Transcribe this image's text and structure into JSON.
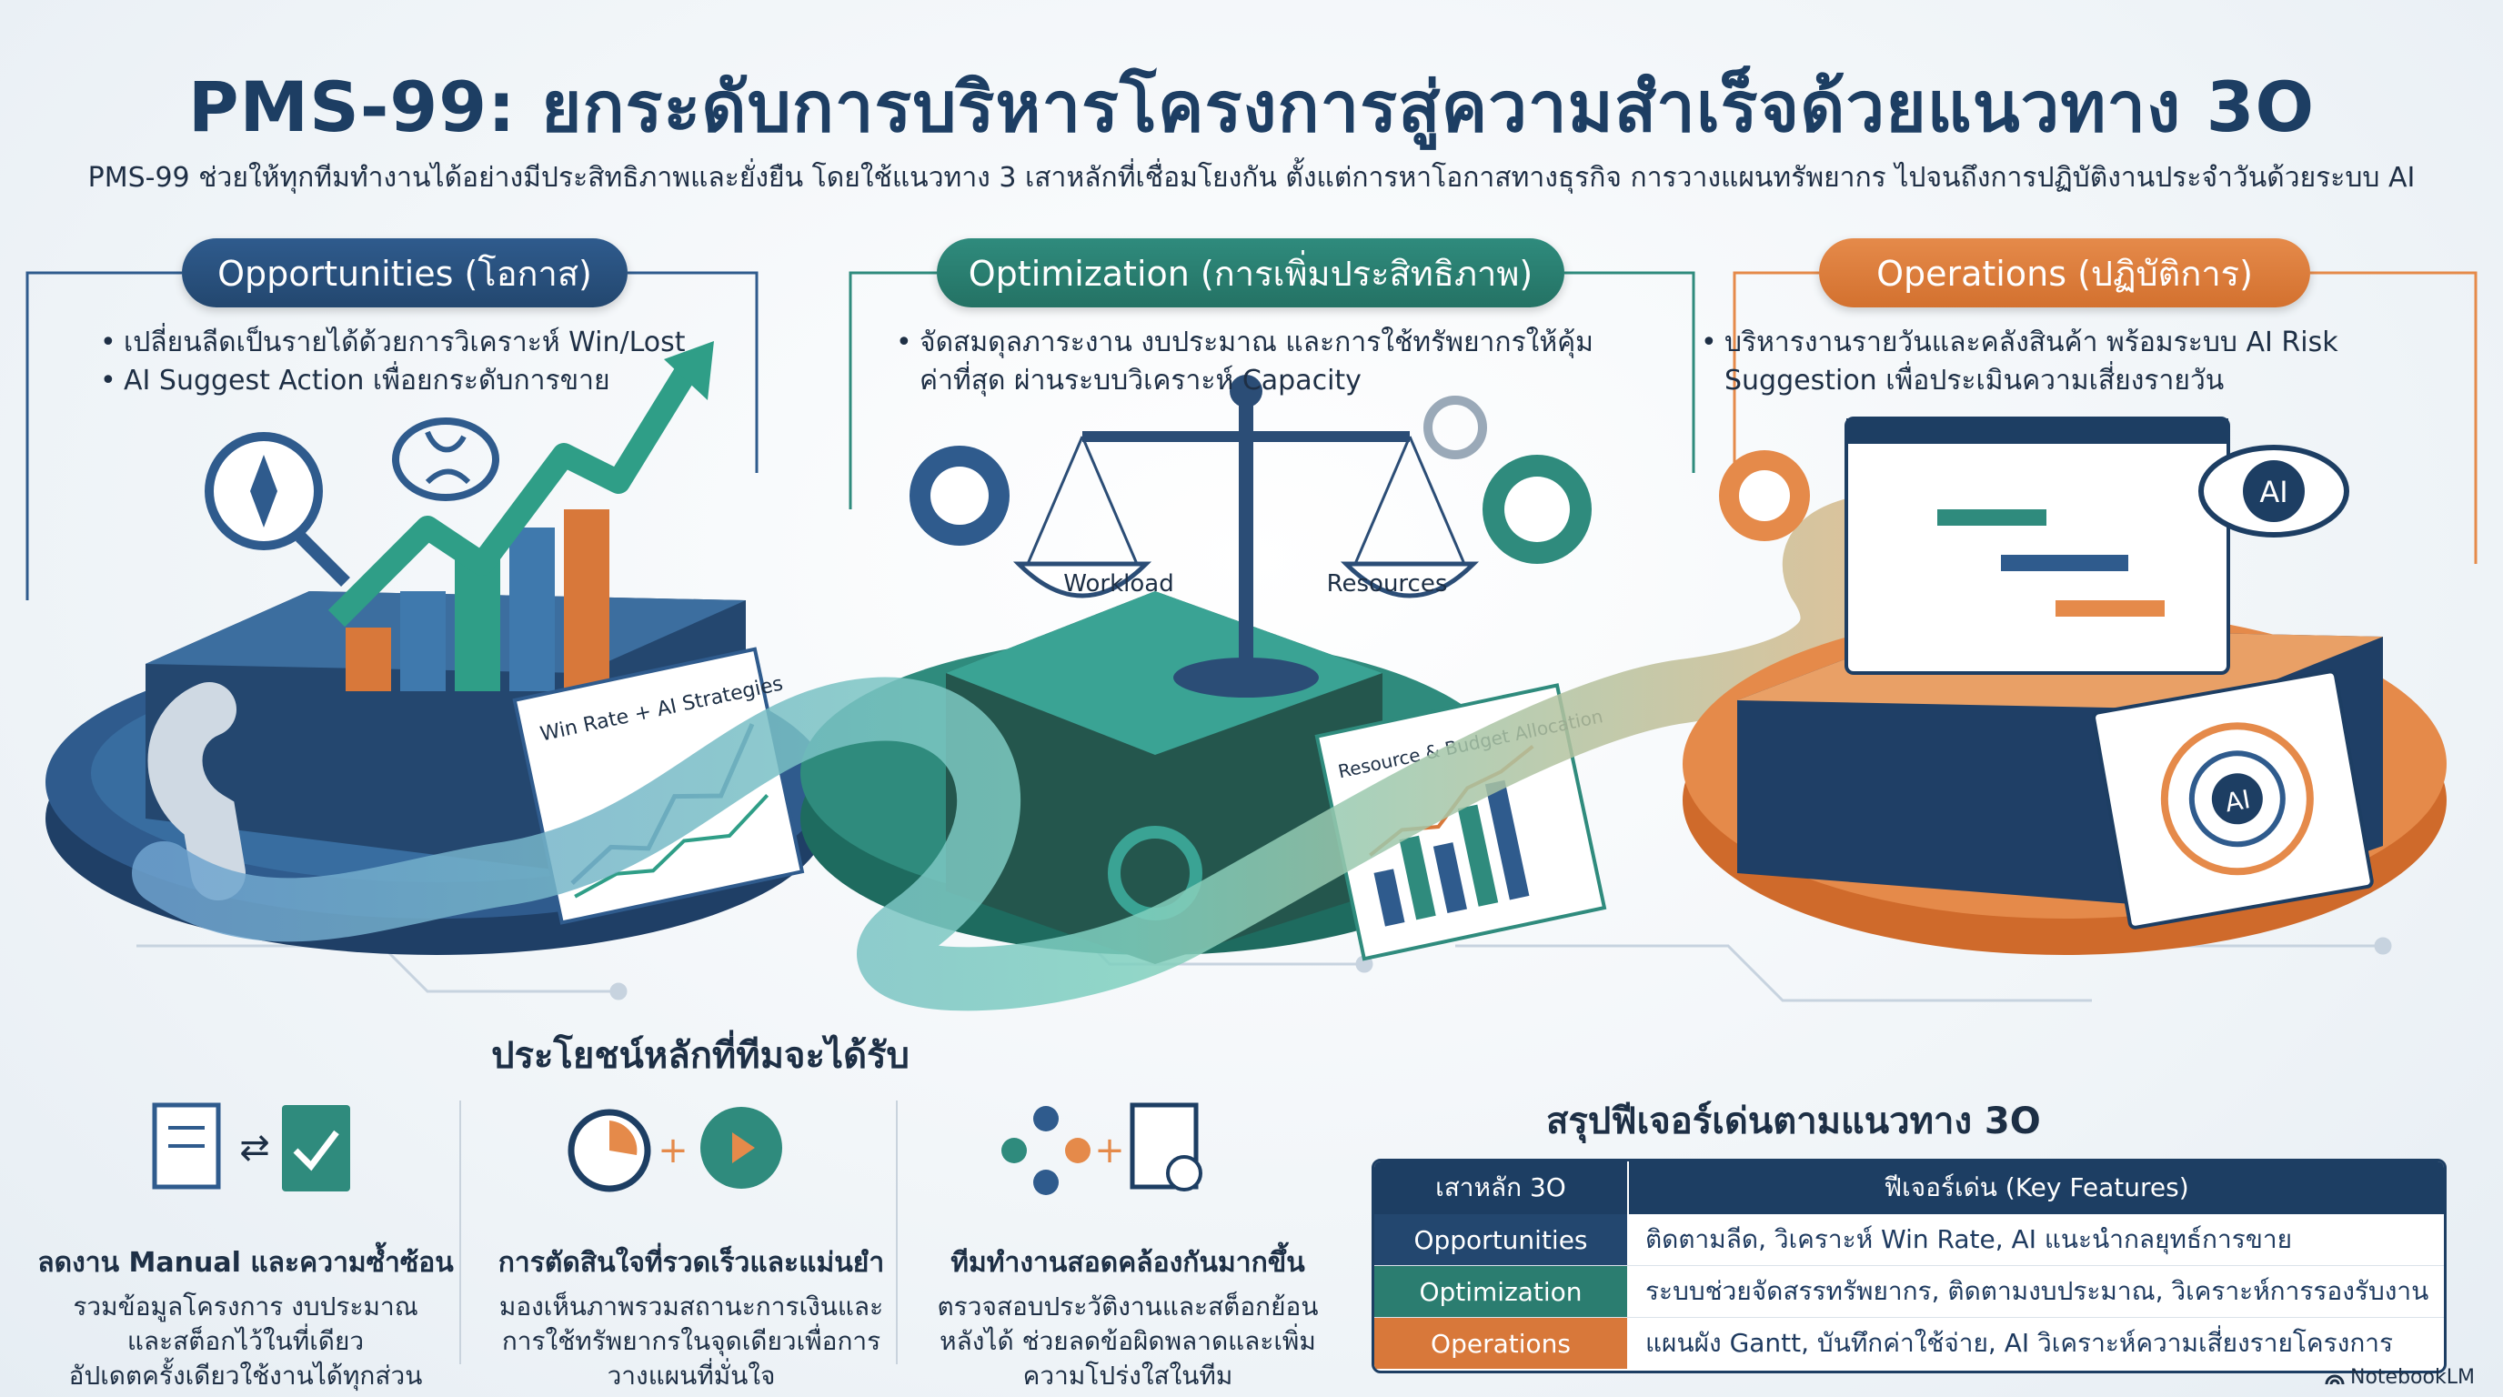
{
  "header": {
    "title": "PMS-99: ยกระดับการบริหารโครงการสู่ความสำเร็จด้วยแนวทาง 3O",
    "subtitle": "PMS-99 ช่วยให้ทุกทีมทำงานได้อย่างมีประสิทธิภาพและยั่งยืน โดยใช้แนวทาง 3 เสาหลักที่เชื่อมโยงกัน ตั้งแต่การหาโอกาสทางธุรกิจ การวางแผนทรัพยากร ไปจนถึงการปฏิบัติงานประจำวันด้วยระบบ AI"
  },
  "pillars": [
    {
      "label": "Opportunities (โอกาส)",
      "bullets": [
        "เปลี่ยนลีดเป็นรายได้ด้วยการวิเคราะห์ Win/Lost",
        "AI Suggest Action เพื่อยกระดับการขาย"
      ],
      "screen_label": "Win Rate + AI Strategies"
    },
    {
      "label": "Optimization (การเพิ่มประสิทธิภาพ)",
      "bullets": [
        "จัดสมดุลภาระงาน งบประมาณ และการใช้ทรัพยากรให้คุ้มค่าที่สุด ผ่านระบบวิเคราะห์ Capacity"
      ],
      "screen_label": "Resource & Budget Allocation",
      "scale_left": "Workload",
      "scale_right": "Resources"
    },
    {
      "label": "Operations (ปฏิบัติการ)",
      "bullets": [
        "บริหารงานรายวันและคลังสินค้า พร้อมระบบ AI Risk Suggestion เพื่อประเมินความเสี่ยงรายวัน"
      ],
      "ai_badge": "AI"
    }
  ],
  "benefits": {
    "title": "ประโยชน์หลักที่ทีมจะได้รับ",
    "items": [
      {
        "title": "ลดงาน Manual และความซ้ำซ้อน",
        "desc": [
          "รวมข้อมูลโครงการ งบประมาณ",
          "และสต็อกไว้ในที่เดียว",
          "อัปเดตครั้งเดียวใช้งานได้ทุกส่วน"
        ]
      },
      {
        "title": "การตัดสินใจที่รวดเร็วและแม่นยำ",
        "desc": [
          "มองเห็นภาพรวมสถานะการเงินและ",
          "การใช้ทรัพยากรในจุดเดียวเพื่อการ",
          "วางแผนที่มั่นใจ"
        ]
      },
      {
        "title": "ทีมทำงานสอดคล้องกันมากขึ้น",
        "desc": [
          "ตรวจสอบประวัติงานและสต็อกย้อน",
          "หลังได้ ช่วยลดข้อผิดพลาดและเพิ่ม",
          "ความโปร่งใสในทีม"
        ]
      }
    ]
  },
  "summary": {
    "title": "สรุปฟีเจอร์เด่นตามแนวทาง 3O",
    "headers": [
      "เสาหลัก 3O",
      "ฟีเจอร์เด่น (Key Features)"
    ],
    "rows": [
      {
        "pillar": "Opportunities",
        "features": "ติดตามลีด, วิเคราะห์ Win Rate, AI แนะนำกลยุทธ์การขาย",
        "color": "#23476f"
      },
      {
        "pillar": "Optimization",
        "features": "ระบบช่วยจัดสรรทรัพยากร, ติดตามงบประมาณ, วิเคราะห์การรองรับงาน",
        "color": "#2b7d70"
      },
      {
        "pillar": "Operations",
        "features": "แผนผัง Gantt, บันทึกค่าใช้จ่าย, AI วิเคราะห์ความเสี่ยงรายโครงการ",
        "color": "#d8783a"
      }
    ]
  },
  "brand": "NotebookLM",
  "colors": {
    "navy": "#1d3e63",
    "blue": "#2f5b8d",
    "teal": "#2f8b7d",
    "orange": "#e58a4a"
  }
}
